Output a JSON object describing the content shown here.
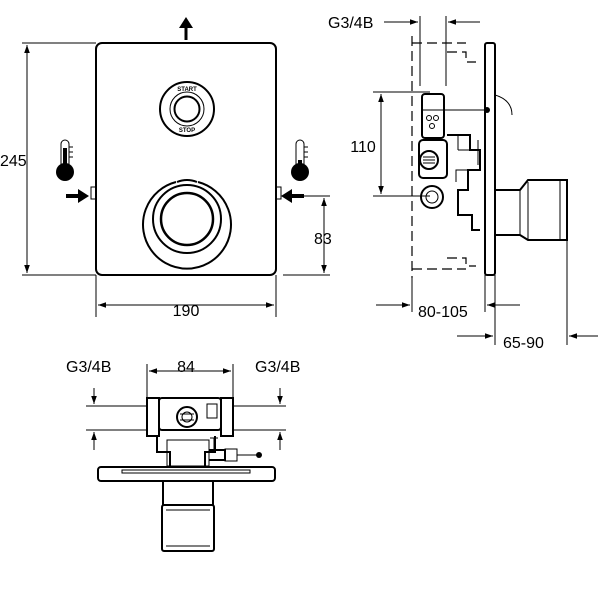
{
  "front_view": {
    "height_label": "245",
    "width_label": "190",
    "offset_label": "83",
    "start_label": "START",
    "stop_label": "STOP"
  },
  "side_view": {
    "thread_label": "G3/4B",
    "height_label": "110",
    "depth_label": "80-105",
    "handle_label": "65-90"
  },
  "top_view": {
    "thread_left_label": "G3/4B",
    "width_label": "84",
    "thread_right_label": "G3/4B"
  },
  "icons": [
    "hot-thermometer-icon",
    "cold-thermometer-icon",
    "flow-arrow-icon"
  ]
}
